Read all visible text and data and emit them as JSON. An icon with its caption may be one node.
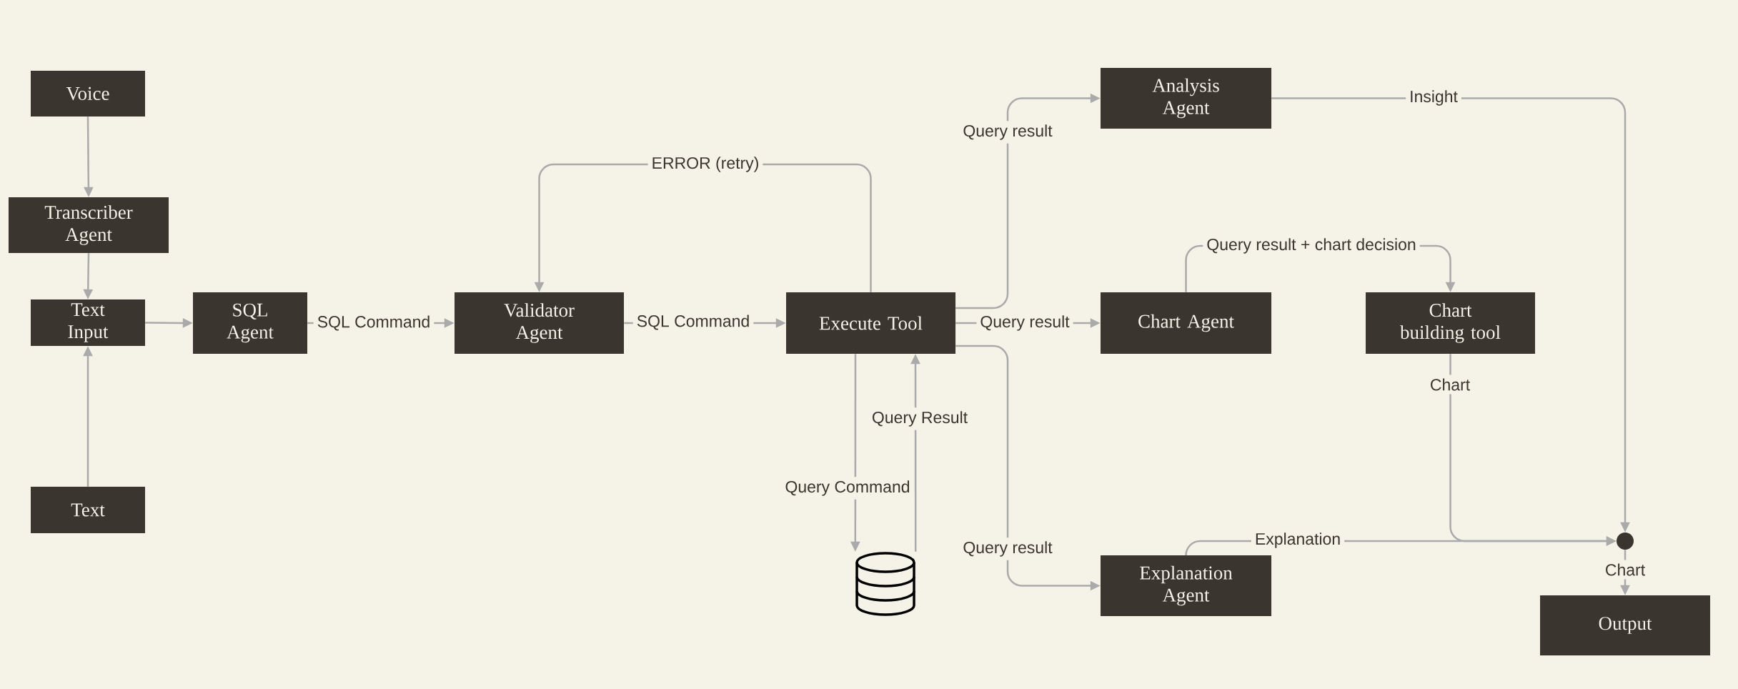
{
  "diagram": {
    "nodes": [
      {
        "text": [
          "Voice"
        ]
      },
      {
        "text": [
          "Transcriber Agent"
        ]
      },
      {
        "text": [
          "Text Input"
        ]
      },
      {
        "text": [
          "Text"
        ]
      },
      {
        "text": [
          "SQL Agent"
        ]
      },
      {
        "text": [
          "Validator Agent"
        ]
      },
      {
        "text": [
          "Execute Tool"
        ]
      },
      {
        "text": [],
        "shape": "cylinder"
      },
      {
        "text": [
          "Analysis Agent"
        ]
      },
      {
        "text": [
          "Chart Agent"
        ]
      },
      {
        "text": [
          "Chart building tool"
        ]
      },
      {
        "text": [
          "Explanation Agent"
        ]
      },
      {
        "text": [],
        "shape": "circle"
      },
      {
        "text": [
          "Output"
        ]
      }
    ],
    "edges": [
      {
        "from": 0,
        "to": 1,
        "arrow": "to"
      },
      {
        "from": 1,
        "to": 2,
        "arrow": "to"
      },
      {
        "from": 3,
        "to": 2,
        "arrow": "to"
      },
      {
        "from": 2,
        "to": 4,
        "arrow": "to"
      },
      {
        "from": 4,
        "to": 5,
        "arrow": "to",
        "label": "SQL Command"
      },
      {
        "from": 5,
        "to": 6,
        "arrow": "to",
        "label": "SQL Command"
      },
      {
        "from": 6,
        "to": 5,
        "arrow": "to",
        "label": "ERROR (retry)"
      },
      {
        "from": 6,
        "to": 7,
        "arrow": "to",
        "label": "Query Command"
      },
      {
        "from": 7,
        "to": 6,
        "arrow": "to",
        "label": "Query Result"
      },
      {
        "from": 6,
        "to": 8,
        "arrow": "to",
        "label": "Query result"
      },
      {
        "from": 6,
        "to": 9,
        "arrow": "to",
        "label": "Query result"
      },
      {
        "from": 6,
        "to": 11,
        "arrow": "to",
        "label": "Query result"
      },
      {
        "from": 9,
        "to": 10,
        "arrow": "to",
        "label": "Query result + chart decision"
      },
      {
        "from": 10,
        "to": 12,
        "arrow": "to",
        "label": "Chart"
      },
      {
        "from": 8,
        "to": 12,
        "arrow": "to",
        "label": "Insight"
      },
      {
        "from": 11,
        "to": 12,
        "arrow": "to",
        "label": "Explanation"
      },
      {
        "from": 12,
        "to": 13,
        "arrow": "to",
        "label": "Chart"
      }
    ]
  }
}
